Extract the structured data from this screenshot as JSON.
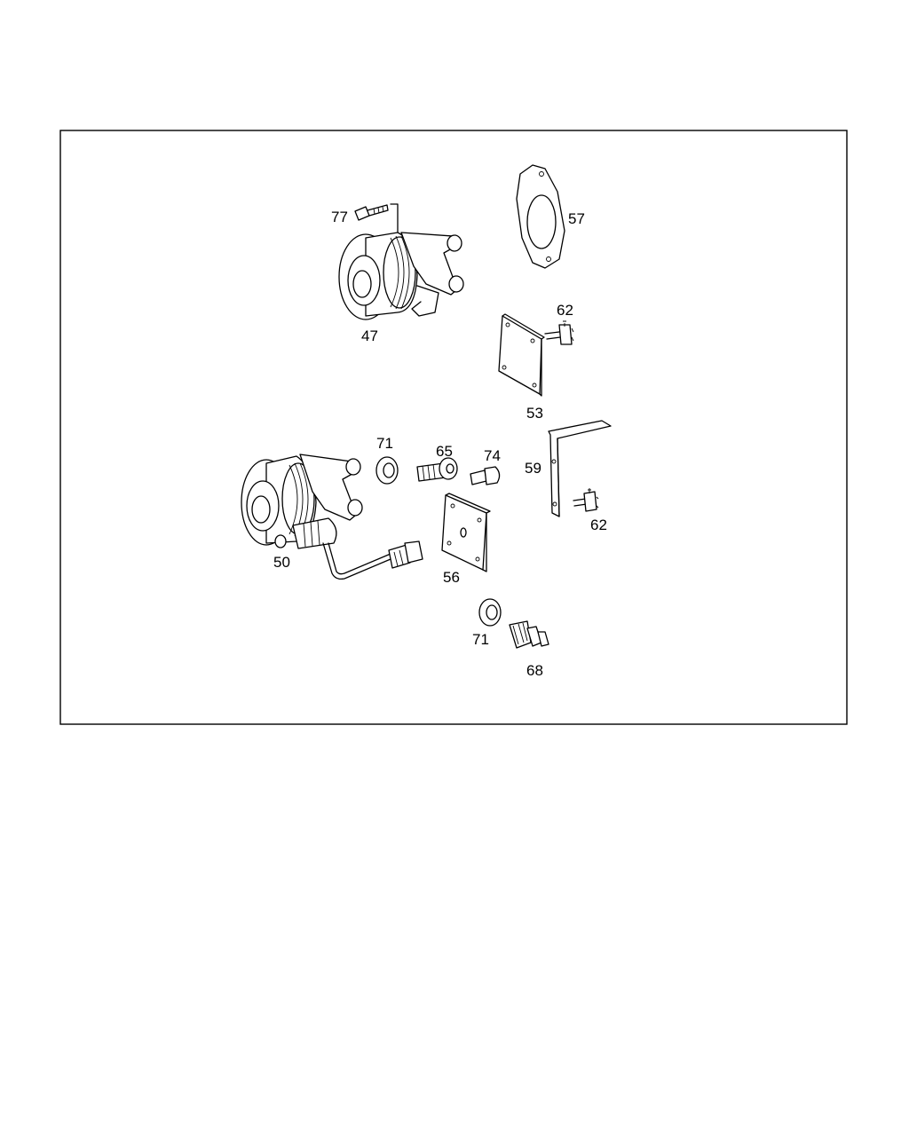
{
  "diagram": {
    "parts": [
      {
        "id": "p47",
        "number": "47"
      },
      {
        "id": "p50",
        "number": "50"
      },
      {
        "id": "p53",
        "number": "53"
      },
      {
        "id": "p56",
        "number": "56"
      },
      {
        "id": "p57",
        "number": "57"
      },
      {
        "id": "p59",
        "number": "59"
      },
      {
        "id": "p62a",
        "number": "62"
      },
      {
        "id": "p62b",
        "number": "62"
      },
      {
        "id": "p65",
        "number": "65"
      },
      {
        "id": "p68",
        "number": "68"
      },
      {
        "id": "p71a",
        "number": "71"
      },
      {
        "id": "p71b",
        "number": "71"
      },
      {
        "id": "p74",
        "number": "74"
      },
      {
        "id": "p77",
        "number": "77"
      }
    ]
  }
}
